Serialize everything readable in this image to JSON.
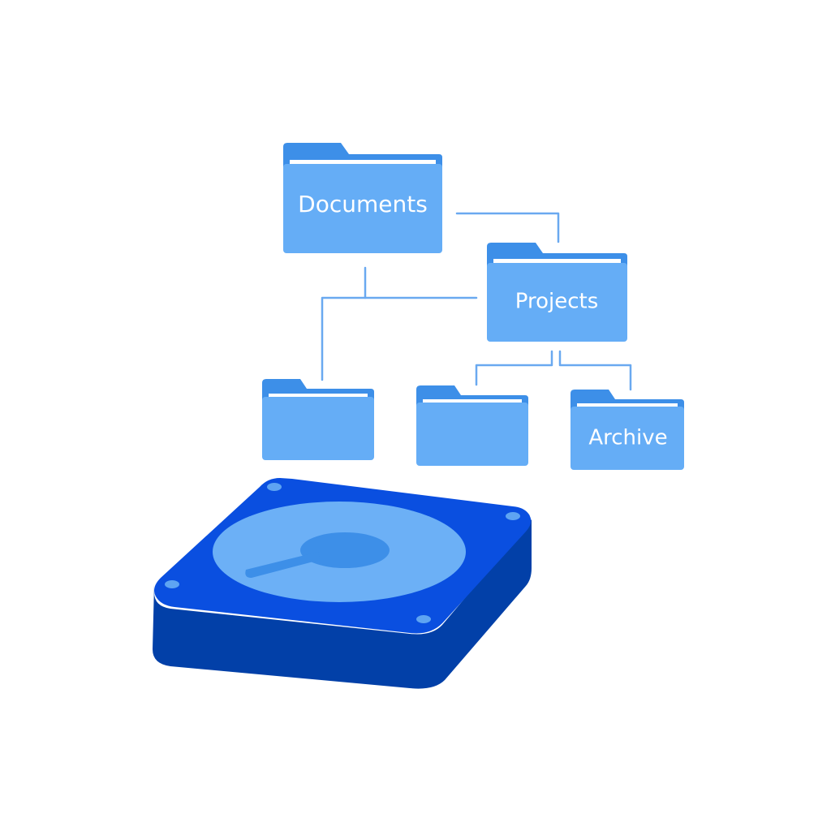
{
  "colors": {
    "background": "#ffffff",
    "folder_tab": "#3d8fe8",
    "folder_back": "#4a97ec",
    "folder_paper": "#ffffff",
    "folder_front": "#65adf6",
    "connector": "#6aa9f0",
    "drive_top": "#0a4fe0",
    "drive_side": "#0240a8",
    "platter": "#6cb0f6",
    "hub": "#3d8fe8",
    "screw": "#5ea4f2"
  },
  "folders": {
    "documents": {
      "label": "Documents",
      "icon": "folder-icon"
    },
    "projects": {
      "label": "Projects",
      "icon": "folder-icon"
    },
    "untitled_left": {
      "label": "",
      "icon": "folder-icon"
    },
    "untitled_middle": {
      "label": "",
      "icon": "folder-icon"
    },
    "archive": {
      "label": "Archive",
      "icon": "folder-icon"
    }
  },
  "drive": {
    "icon": "hard-drive-icon"
  }
}
